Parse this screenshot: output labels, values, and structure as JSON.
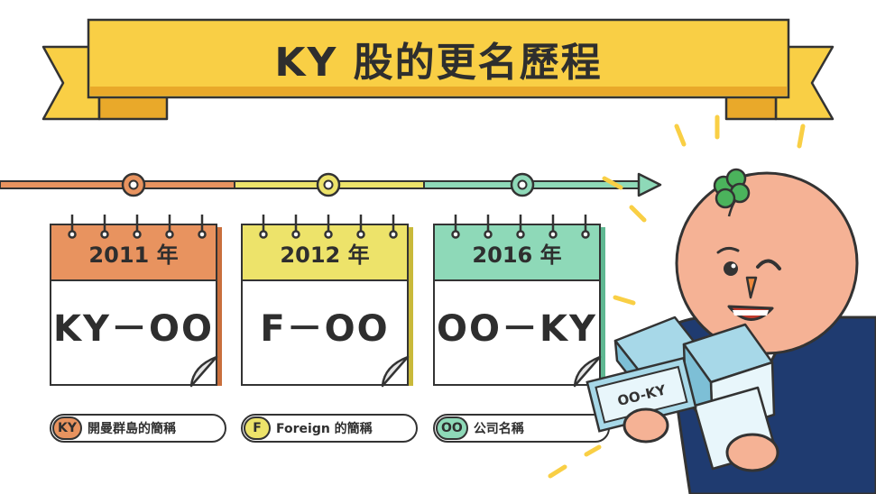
{
  "title": "KY 股的更名歷程",
  "timeline": [
    {
      "year": "2011 年",
      "name": "KY－OO",
      "color": "#e8935f"
    },
    {
      "year": "2012 年",
      "name": "F－OO",
      "color": "#ede36a"
    },
    {
      "year": "2016 年",
      "name": "OO－KY",
      "color": "#8ed9b8"
    }
  ],
  "legend": [
    {
      "badge": "KY",
      "text": "開曼群島的簡稱",
      "color": "#e8935f"
    },
    {
      "badge": "F",
      "text": "Foreign 的簡稱",
      "color": "#ede36a"
    },
    {
      "badge": "OO",
      "text": "公司名稱",
      "color": "#8ed9b8"
    }
  ],
  "money_label": "OO-KY",
  "colors": {
    "ribbon": "#f9cf45",
    "ribbon_dark": "#e9a92a",
    "outline": "#333333",
    "suit": "#1f3b70",
    "skin": "#f5b295"
  }
}
